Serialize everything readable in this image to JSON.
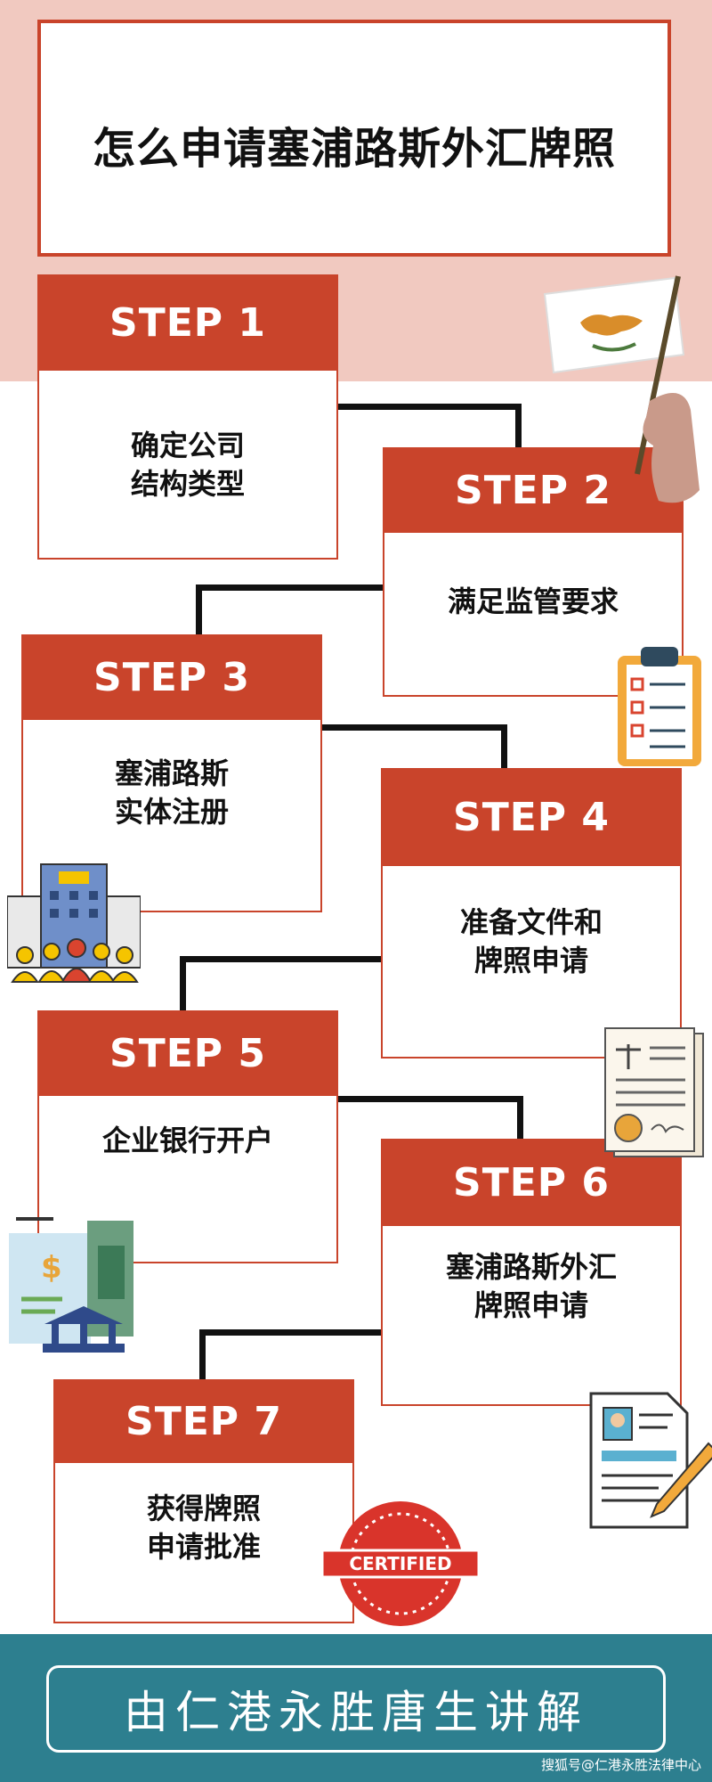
{
  "title": "怎么申请塞浦路斯外汇牌照",
  "steps": [
    {
      "label": "STEP 1",
      "text": "确定公司\n结构类型"
    },
    {
      "label": "STEP 2",
      "text": "满足监管要求"
    },
    {
      "label": "STEP 3",
      "text": "塞浦路斯\n实体注册"
    },
    {
      "label": "STEP 4",
      "text": "准备文件和\n牌照申请"
    },
    {
      "label": "STEP 5",
      "text": "企业银行开户"
    },
    {
      "label": "STEP 6",
      "text": "塞浦路斯外汇\n牌照申请"
    },
    {
      "label": "STEP 7",
      "text": "获得牌照\n申请批准"
    }
  ],
  "footer": {
    "text": "由仁港永胜唐生讲解"
  },
  "watermark": "搜狐号@仁港永胜法律中心",
  "certified_stamp": "CERTIFIED",
  "colors": {
    "accent": "#c9442b",
    "pink": "#f1c9c0",
    "teal": "#2d7f8f"
  },
  "icons": [
    "cyprus-flag-icon",
    "checklist-icon",
    "office-building-icon",
    "legal-document-icon",
    "bank-money-icon",
    "resume-pencil-icon",
    "certified-stamp-icon"
  ]
}
